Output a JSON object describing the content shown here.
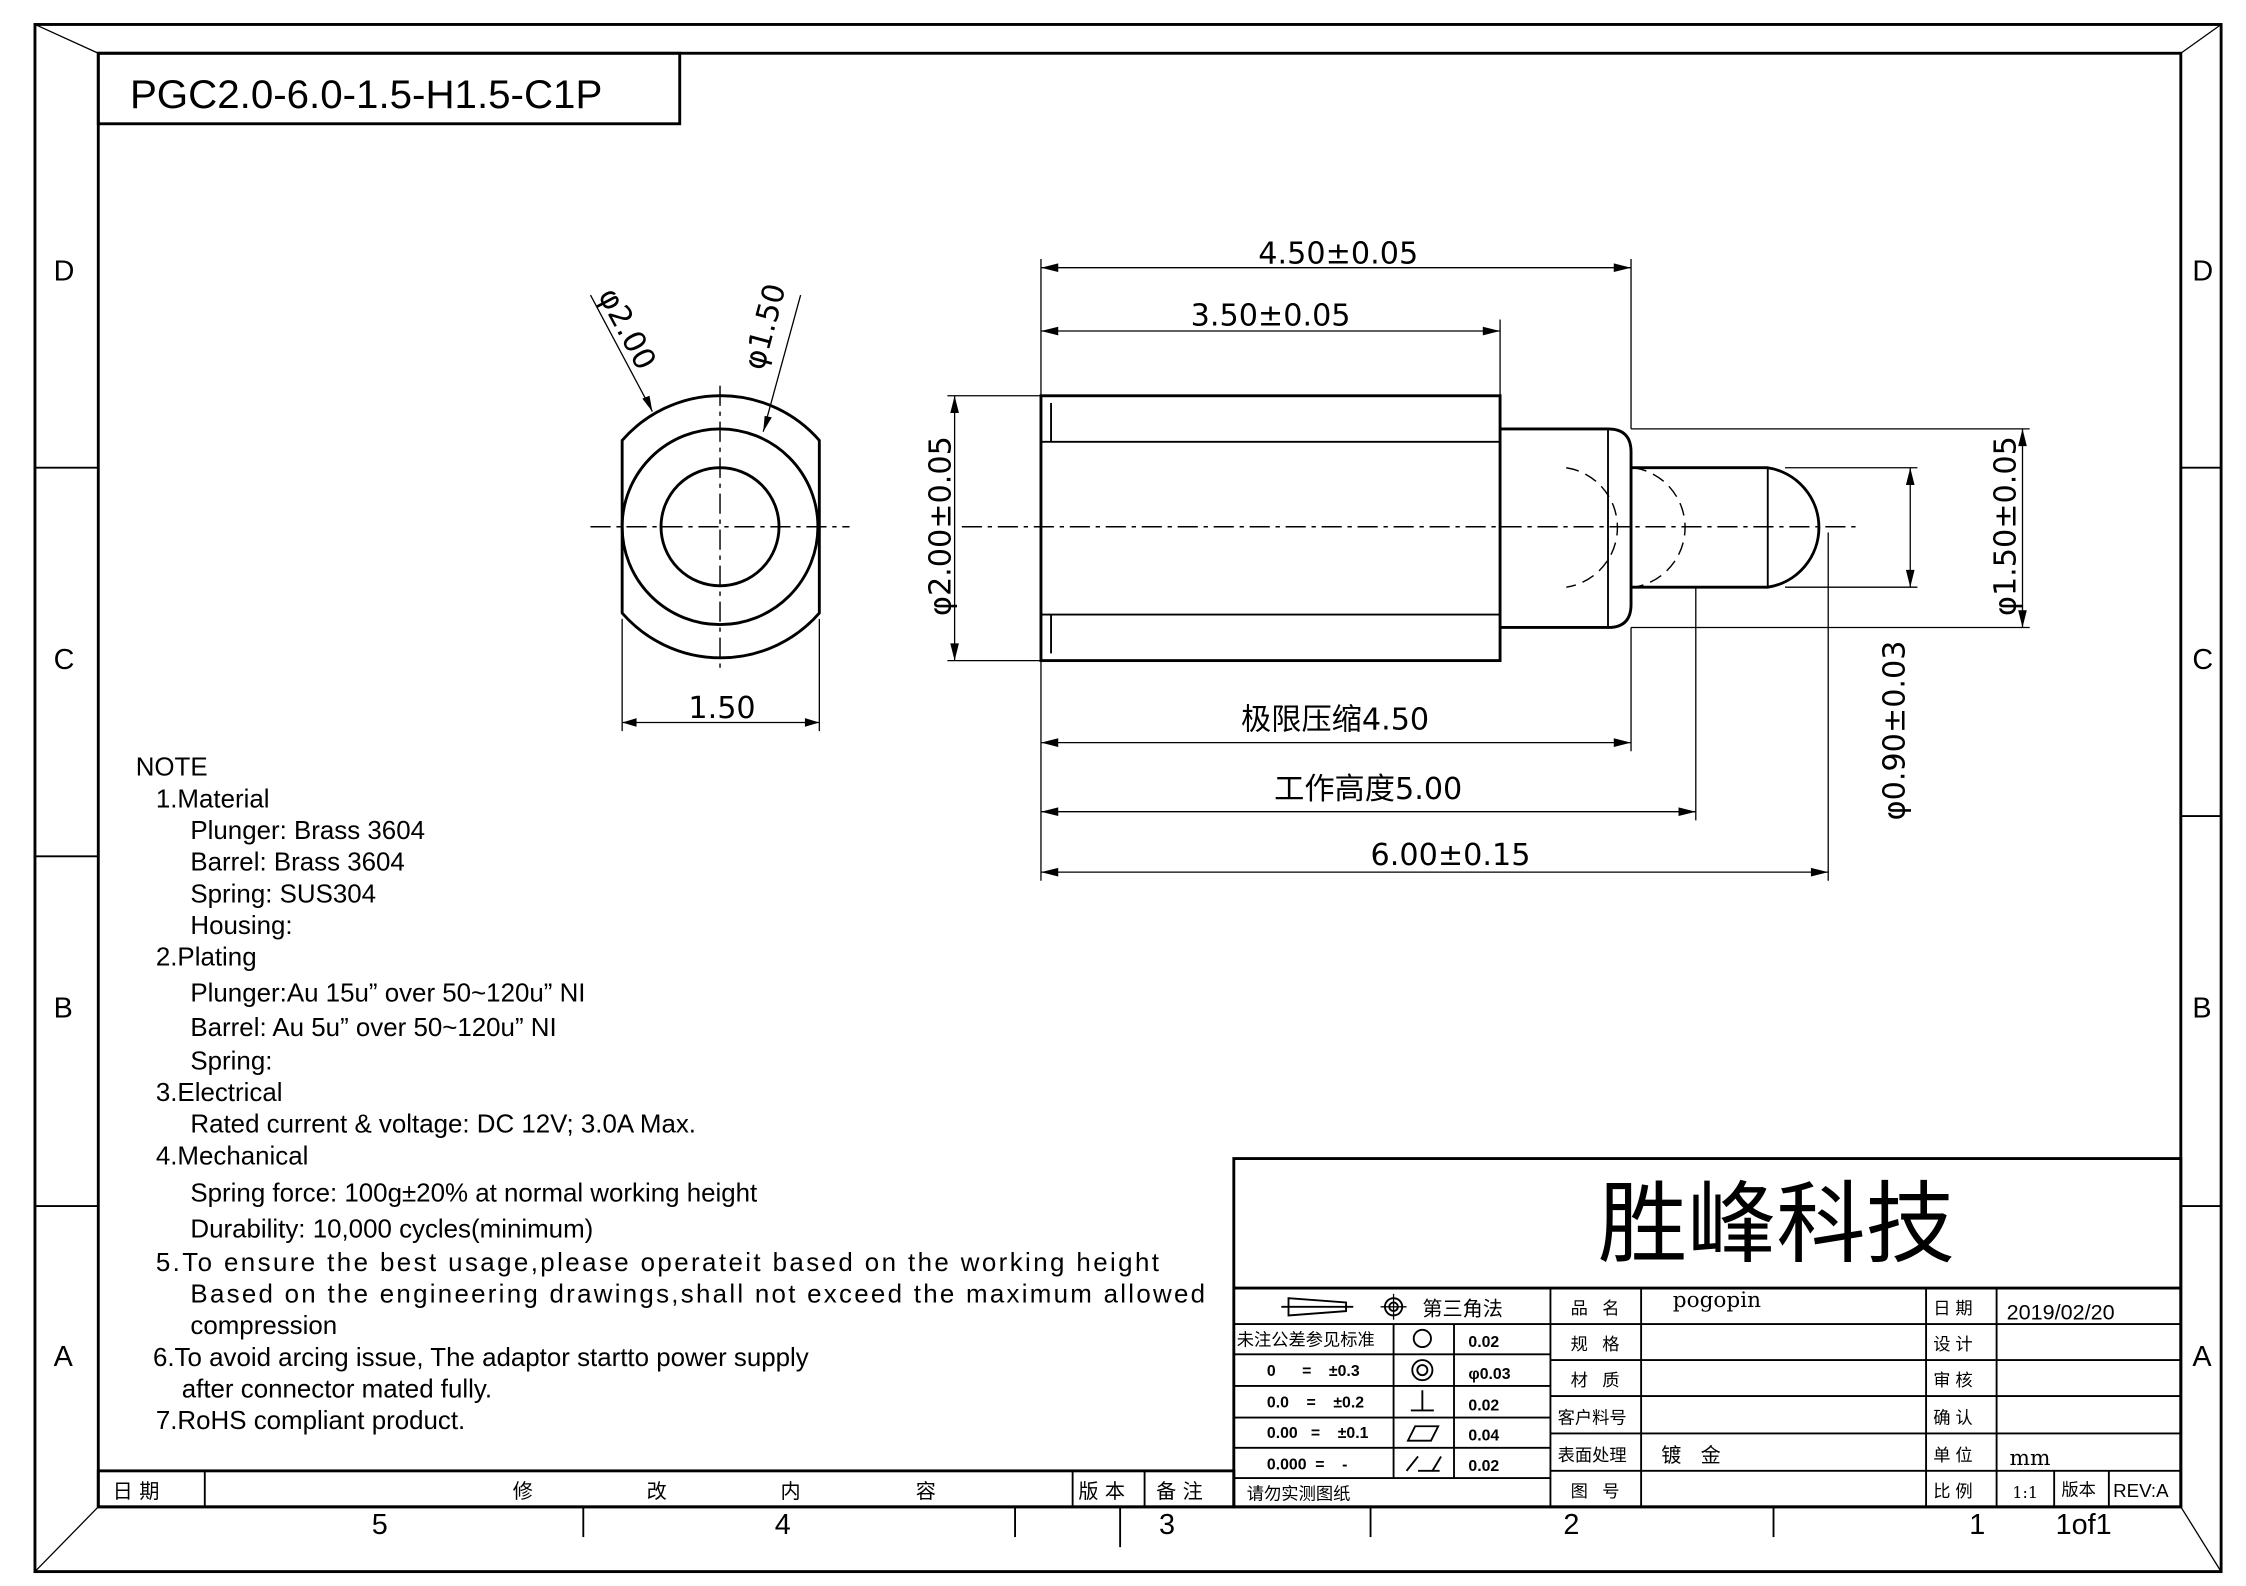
{
  "title": "PGC2.0-6.0-1.5-H1.5-C1P",
  "zones": {
    "rows": [
      "D",
      "C",
      "B",
      "A"
    ],
    "cols": [
      "5",
      "4",
      "3",
      "2",
      "1"
    ],
    "sheet": "1of1"
  },
  "front_view": {
    "dim_width": "1.50",
    "dim_outer": "φ2.00",
    "dim_inner": "φ1.50"
  },
  "side_view": {
    "dim_overall_barrel": "4.50±0.05",
    "dim_barrel": "3.50±0.05",
    "dim_barrel_dia": "φ2.00±0.05",
    "dim_head_dia": "φ1.50±0.05",
    "dim_tip_dia": "φ0.90±0.03",
    "dim_max_compression": "极限压缩4.50",
    "dim_working_height": "工作高度5.00",
    "dim_total": "6.00±0.15"
  },
  "notes": {
    "heading": "NOTE",
    "lines": [
      "1.Material",
      "Plunger:  Brass  3604",
      "Barrel:  Brass  3604",
      "Spring:  SUS304",
      "Housing:",
      "2.Plating",
      "Plunger:Au  15u”   over  50~120u” NI",
      "Barrel:  Au  5u”   over  50~120u” NI",
      "Spring:",
      "3.Electrical",
      "Rated  current  &  voltage:  DC  12V;  3.0A    Max.",
      "4.Mechanical",
      "Spring  force:  100g±20%  at  normal  working  height",
      "Durability:  10,000  cycles(minimum)",
      "5.To  ensure  the  best  usage,please  operateit  based  on  the  working  height",
      "Based  on  the  engineering  drawings,shall  not  exceed  the  maximum  allowed",
      "compression",
      "6.To  avoid  arcing  issue,  The  adaptor  startto  power  supply",
      "after  connector  mated  fully.",
      "7.RoHS  compliant  product."
    ]
  },
  "revision_table": {
    "date": "日  期",
    "content": [
      "修",
      "改",
      "内",
      "容"
    ],
    "version": "版 本",
    "remark": "备 注"
  },
  "title_block": {
    "company": "胜峰科技",
    "projection": "第三角法",
    "tolerance_heading": "未注公差参见标准",
    "tolerances": [
      {
        "range": "0      =    ±0.3",
        "value": "0.02"
      },
      {
        "range": "0.0    =    ±0.2",
        "value": "φ0.03"
      },
      {
        "range": "0.00   =    ±0.1",
        "value": "0.02"
      },
      {
        "range": "0.000  =    -",
        "value": "0.04"
      }
    ],
    "last_tol_value": "0.02",
    "do_not_measure": "请勿实测图纸",
    "fields": [
      {
        "label": "品   名",
        "value": "pogopin"
      },
      {
        "label": "规   格",
        "value": ""
      },
      {
        "label": "材   质",
        "value": ""
      },
      {
        "label": "客户料号",
        "value": ""
      },
      {
        "label": "表面处理",
        "value": "镀   金"
      },
      {
        "label": "图   号",
        "value": ""
      }
    ],
    "right_fields": [
      {
        "label": "日 期",
        "value": "2019/02/20"
      },
      {
        "label": "设 计",
        "value": ""
      },
      {
        "label": "审 核",
        "value": ""
      },
      {
        "label": "确 认",
        "value": ""
      },
      {
        "label": "单 位",
        "value": "mm"
      },
      {
        "label": "比 例",
        "value": "1:1"
      }
    ],
    "version_label": "版本",
    "revision": "REV:A"
  }
}
